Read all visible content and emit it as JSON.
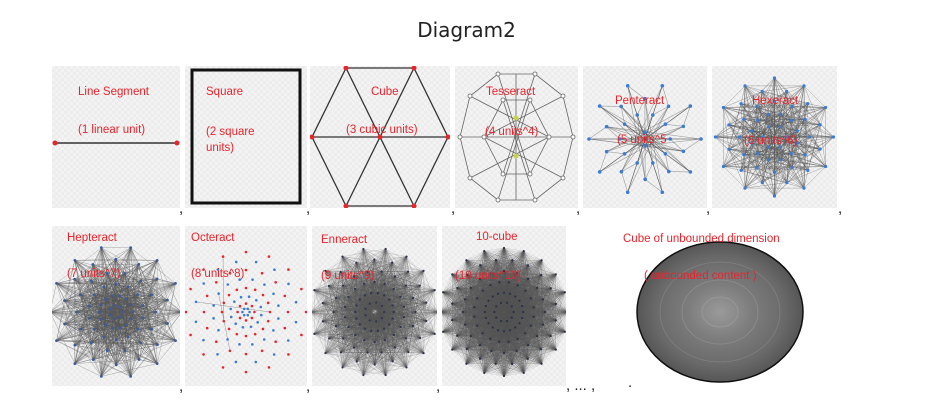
{
  "title": "Diagram2",
  "row1": [
    {
      "name": "Line Segment",
      "content": "(1 linear unit)"
    },
    {
      "name": "Square",
      "content_line1": "(2 square",
      "content_line2": "units)"
    },
    {
      "name": "Cube",
      "content": "(3 cubic units)"
    },
    {
      "name": "Tesseract",
      "content": "(4 units^4)"
    },
    {
      "name": "Penteract",
      "content": "(5 units^5"
    },
    {
      "name": "Hexeract",
      "content": "(6 units^6)"
    }
  ],
  "row2": [
    {
      "name": "Hepteract",
      "content": "(7 units^7)"
    },
    {
      "name": "Octeract",
      "content": "(8 units^8)"
    },
    {
      "name": "Enneract",
      "content": "(9 units^9)"
    },
    {
      "name": "10-cube",
      "content": "(10 units^10)"
    },
    {
      "name": "Cube of unbounded dimension",
      "content": "( unbounded content )"
    }
  ],
  "separator": ",",
  "ellipsis": ", ... ,",
  "period": ".",
  "colors": {
    "label": "#e8242b",
    "edge": "#333333",
    "vertex_red": "#e8242b",
    "vertex_blue": "#3a7bd5"
  }
}
